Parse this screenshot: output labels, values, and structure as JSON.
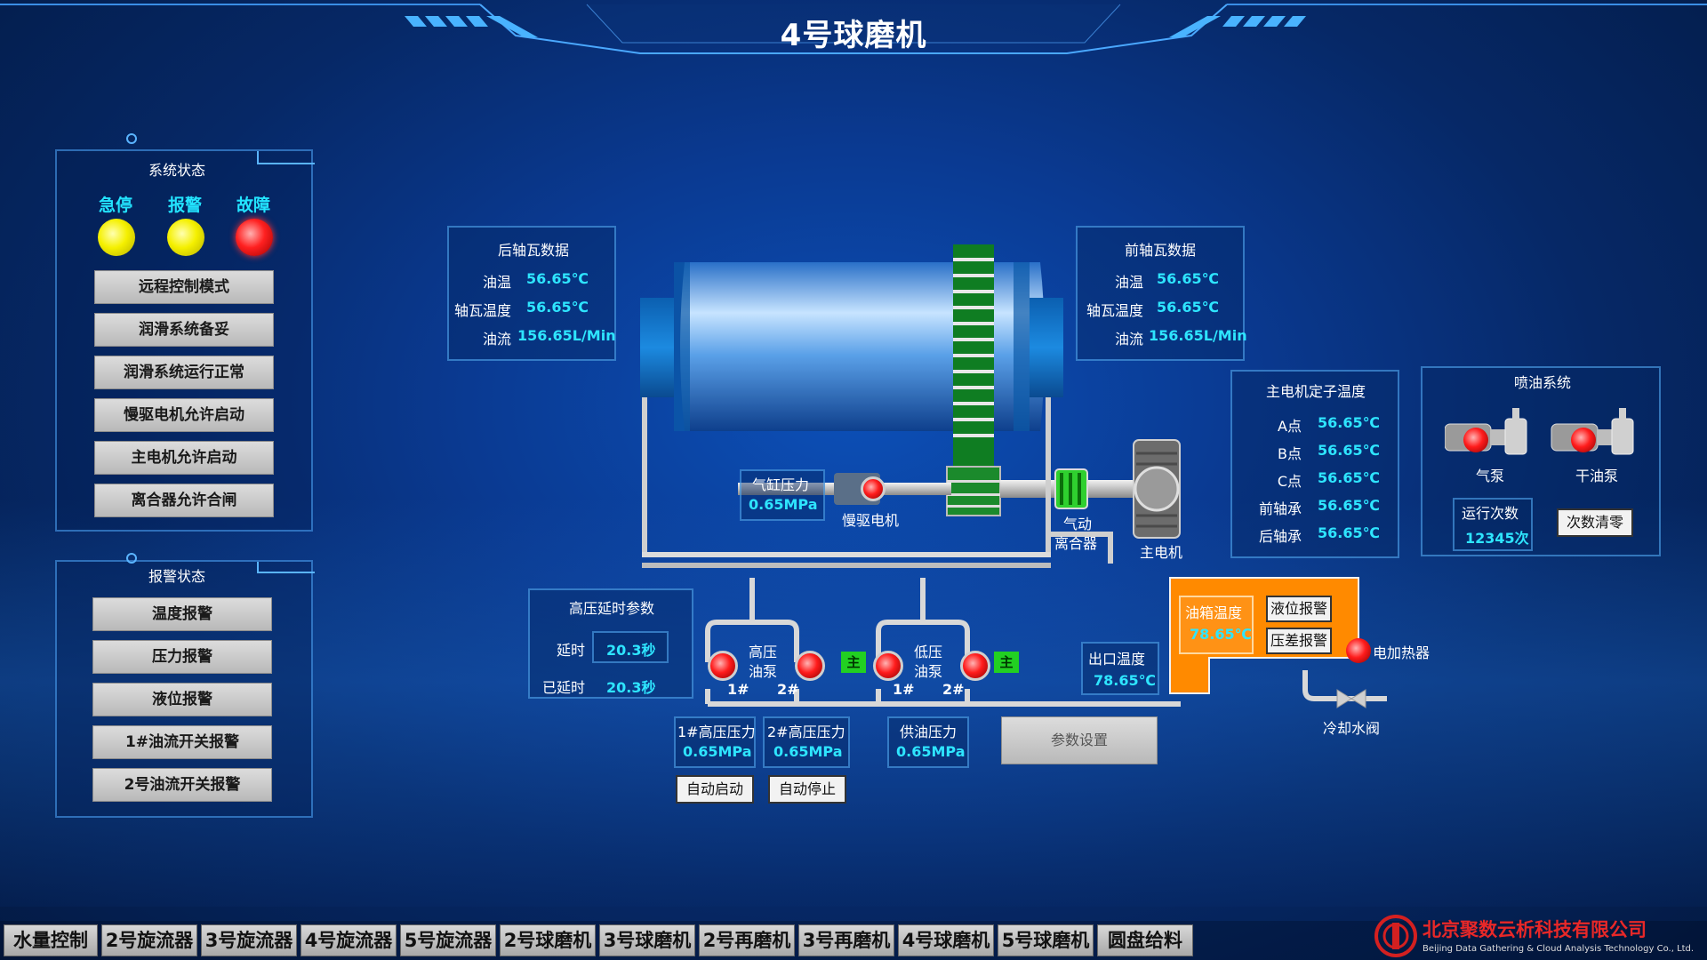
{
  "title": "4号球磨机",
  "system_status": {
    "title": "系统状态",
    "lamps": [
      {
        "label": "急停",
        "color": "yellow"
      },
      {
        "label": "报警",
        "color": "yellow"
      },
      {
        "label": "故障",
        "color": "red"
      }
    ],
    "buttons": [
      "远程控制模式",
      "润滑系统备妥",
      "润滑系统运行正常",
      "慢驱电机允许启动",
      "主电机允许启动",
      "离合器允许合闸"
    ]
  },
  "alarm_status": {
    "title": "报警状态",
    "buttons": [
      "温度报警",
      "压力报警",
      "液位报警",
      "1#油流开关报警",
      "2号油流开关报警"
    ]
  },
  "rear_bearing": {
    "title": "后轴瓦数据",
    "rows": [
      {
        "label": "油温",
        "value": "56.65℃"
      },
      {
        "label": "轴瓦温度",
        "value": "56.65℃"
      },
      {
        "label": "油流",
        "value": "156.65L/Min"
      }
    ]
  },
  "front_bearing": {
    "title": "前轴瓦数据",
    "rows": [
      {
        "label": "油温",
        "value": "56.65℃"
      },
      {
        "label": "轴瓦温度",
        "value": "56.65℃"
      },
      {
        "label": "油流",
        "value": "156.65L/Min"
      }
    ]
  },
  "stator_temp": {
    "title": "主电机定子温度",
    "rows": [
      {
        "label": "A点",
        "value": "56.65℃"
      },
      {
        "label": "B点",
        "value": "56.65℃"
      },
      {
        "label": "C点",
        "value": "56.65℃"
      },
      {
        "label": "前轴承",
        "value": "56.65℃"
      },
      {
        "label": "后轴承",
        "value": "56.65℃"
      }
    ]
  },
  "spray_system": {
    "title": "喷油系统",
    "air_pump": "气泵",
    "dry_pump": "干油泵",
    "run_count_label": "运行次数",
    "run_count_value": "12345次",
    "reset_button": "次数清零"
  },
  "cylinder_pressure": {
    "label": "气缸压力",
    "value": "0.65MPa"
  },
  "slow_motor": "慢驱电机",
  "clutch": {
    "line1": "气动",
    "line2": "离合器"
  },
  "main_motor": "主电机",
  "hp_delay": {
    "title": "高压延时参数",
    "delay_label": "延时",
    "delay_value": "20.3秒",
    "elapsed_label": "已延时",
    "elapsed_value": "20.3秒"
  },
  "hp_pump": {
    "line1": "高压",
    "line2": "油泵",
    "p1": "1#",
    "p2": "2#"
  },
  "lp_pump": {
    "line1": "低压",
    "line2": "油泵",
    "p1": "1#",
    "p2": "2#"
  },
  "main_tag": "主",
  "outlet_temp": {
    "label": "出口温度",
    "value": "78.65℃"
  },
  "tank": {
    "temp_label": "油箱温度",
    "temp_value": "78.65℃",
    "level_alarm": "液位报警",
    "diff_alarm": "压差报警"
  },
  "heater": "电加热器",
  "cooling_valve": "冷却水阀",
  "pressures": [
    {
      "label": "1#高压压力",
      "value": "0.65MPa"
    },
    {
      "label": "2#高压压力",
      "value": "0.65MPa"
    },
    {
      "label": "供油压力",
      "value": "0.65MPa"
    }
  ],
  "param_button": "参数设置",
  "auto_start": "自动启动",
  "auto_stop": "自动停止",
  "tabs": [
    "水量控制",
    "2号旋流器",
    "3号旋流器",
    "4号旋流器",
    "5号旋流器",
    "2号球磨机",
    "3号球磨机",
    "2号再磨机",
    "3号再磨机",
    "4号球磨机",
    "5号球磨机",
    "圆盘给料"
  ],
  "company": {
    "name_cn": "北京聚数云析科技有限公司",
    "name_en": "Beijing Data Gathering & Cloud Analysis Technology Co., Ltd."
  }
}
